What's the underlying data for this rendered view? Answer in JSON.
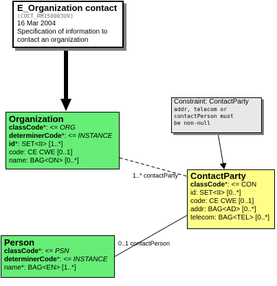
{
  "header": {
    "title": "E_Organization contact",
    "code": "(COCT_RM150003UV)",
    "date": "16 Mar 2004",
    "description_line1": "Specification of information to",
    "description_line2": "contact an organization"
  },
  "organization": {
    "title": "Organization",
    "attr1_name": "classCode",
    "attr1_rest": "*: <= ",
    "attr1_value": "ORG",
    "attr2_name": "determinerCode",
    "attr2_rest": "*: <= ",
    "attr2_value": "INSTANCE",
    "attr3_name": "id",
    "attr3_rest": "*: SET<II> [1..*]",
    "attr4": "code: CE CWE [0..1]",
    "attr5": "name: BAG<ON> [0..*]"
  },
  "constraint": {
    "title": "Constraint: ContactParty",
    "body_line1": "addr, telecom or",
    "body_line2": "contactPerson must",
    "body_line3": "be non-null"
  },
  "contact_party": {
    "title": "ContactParty",
    "attr1_name": "classCode",
    "attr1_rest": "*: <= CON",
    "attr2": "id: SET<II> [0..*]",
    "attr3": "code: CE CWE [0..1]",
    "attr4": "addr: BAG<AD> [0..*]",
    "attr5": "telecom: BAG<TEL> [0..*]"
  },
  "person": {
    "title": "Person",
    "attr1_name": "classCode",
    "attr1_rest": "*: <= ",
    "attr1_value": "PSN",
    "attr2_name": "determinerCode",
    "attr2_rest": "*: <= ",
    "attr2_value": "INSTANCE",
    "attr3": "name*: BAG<EN> [1..*]"
  },
  "associations": {
    "contact_party_label": "1..* contactParty",
    "contact_person_label": "0..1 contactPerson"
  },
  "colors": {
    "entity_fill": "#66ee77",
    "role_fill": "#ffff88",
    "note_fill": "#e8e8e8"
  }
}
